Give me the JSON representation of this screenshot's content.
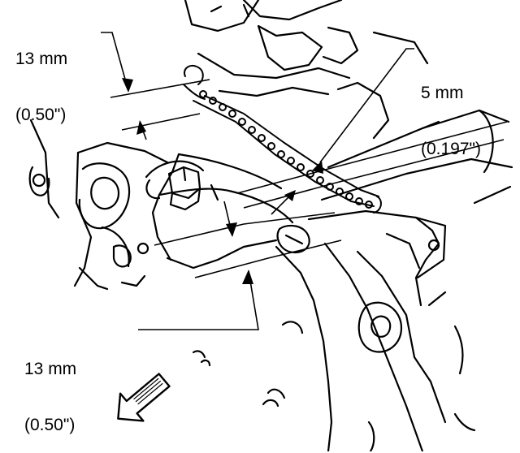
{
  "callouts": {
    "top": {
      "value": "13 mm",
      "inch": "(0.50\")"
    },
    "right": {
      "value": "5 mm",
      "inch": "(0.197\")"
    },
    "bottom": {
      "value": "13 mm",
      "inch": "(0.50\")"
    }
  },
  "colors": {
    "ink": "#000000",
    "paper": "#ffffff"
  },
  "icons": {
    "direction_arrow": "front-direction-arrow-icon"
  }
}
